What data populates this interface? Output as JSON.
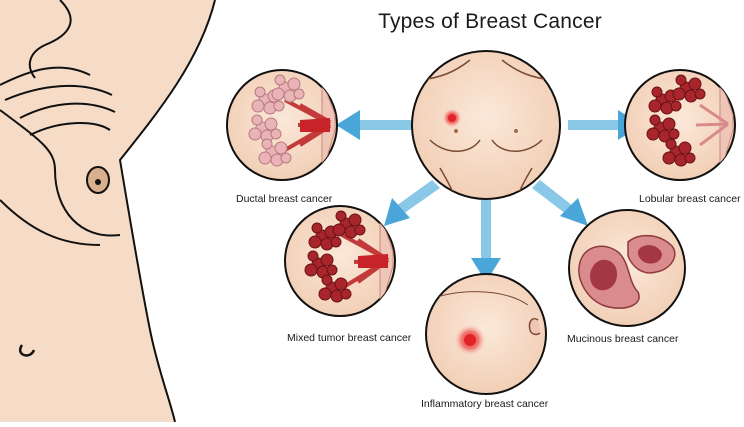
{
  "diagram": {
    "title": "Types of Breast Cancer",
    "nodes": [
      {
        "id": "ductal",
        "label": "Ductal breast cancer"
      },
      {
        "id": "lobular",
        "label": "Lobular breast cancer"
      },
      {
        "id": "mixed",
        "label": "Mixed tumor breast cancer"
      },
      {
        "id": "mucinous",
        "label": "Mucinous breast cancer"
      },
      {
        "id": "inflammatory",
        "label": "Inflammatory breast cancer"
      }
    ],
    "colors": {
      "skin": "#f6dcc6",
      "outline": "#7a4a32",
      "arrow": "#5fb0dc",
      "tumor": "#c23a3a",
      "lobule": "#e8b7b3"
    }
  }
}
